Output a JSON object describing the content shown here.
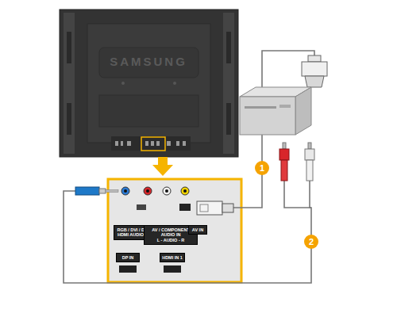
{
  "diagram": {
    "nodes": [
      {
        "text": [
          "RGB / DVI / DP / HDMI AUDIO IN"
        ]
      },
      {
        "text": [
          "AV / COMPONENT AUDIO IN",
          "L - AUDIO - R"
        ]
      },
      {
        "text": [
          "AV IN"
        ]
      },
      {
        "text": [
          "DP IN"
        ]
      },
      {
        "text": [
          "HDMI IN 1"
        ]
      }
    ],
    "labels": [
      "SAMSUNG",
      "1",
      "2"
    ]
  }
}
